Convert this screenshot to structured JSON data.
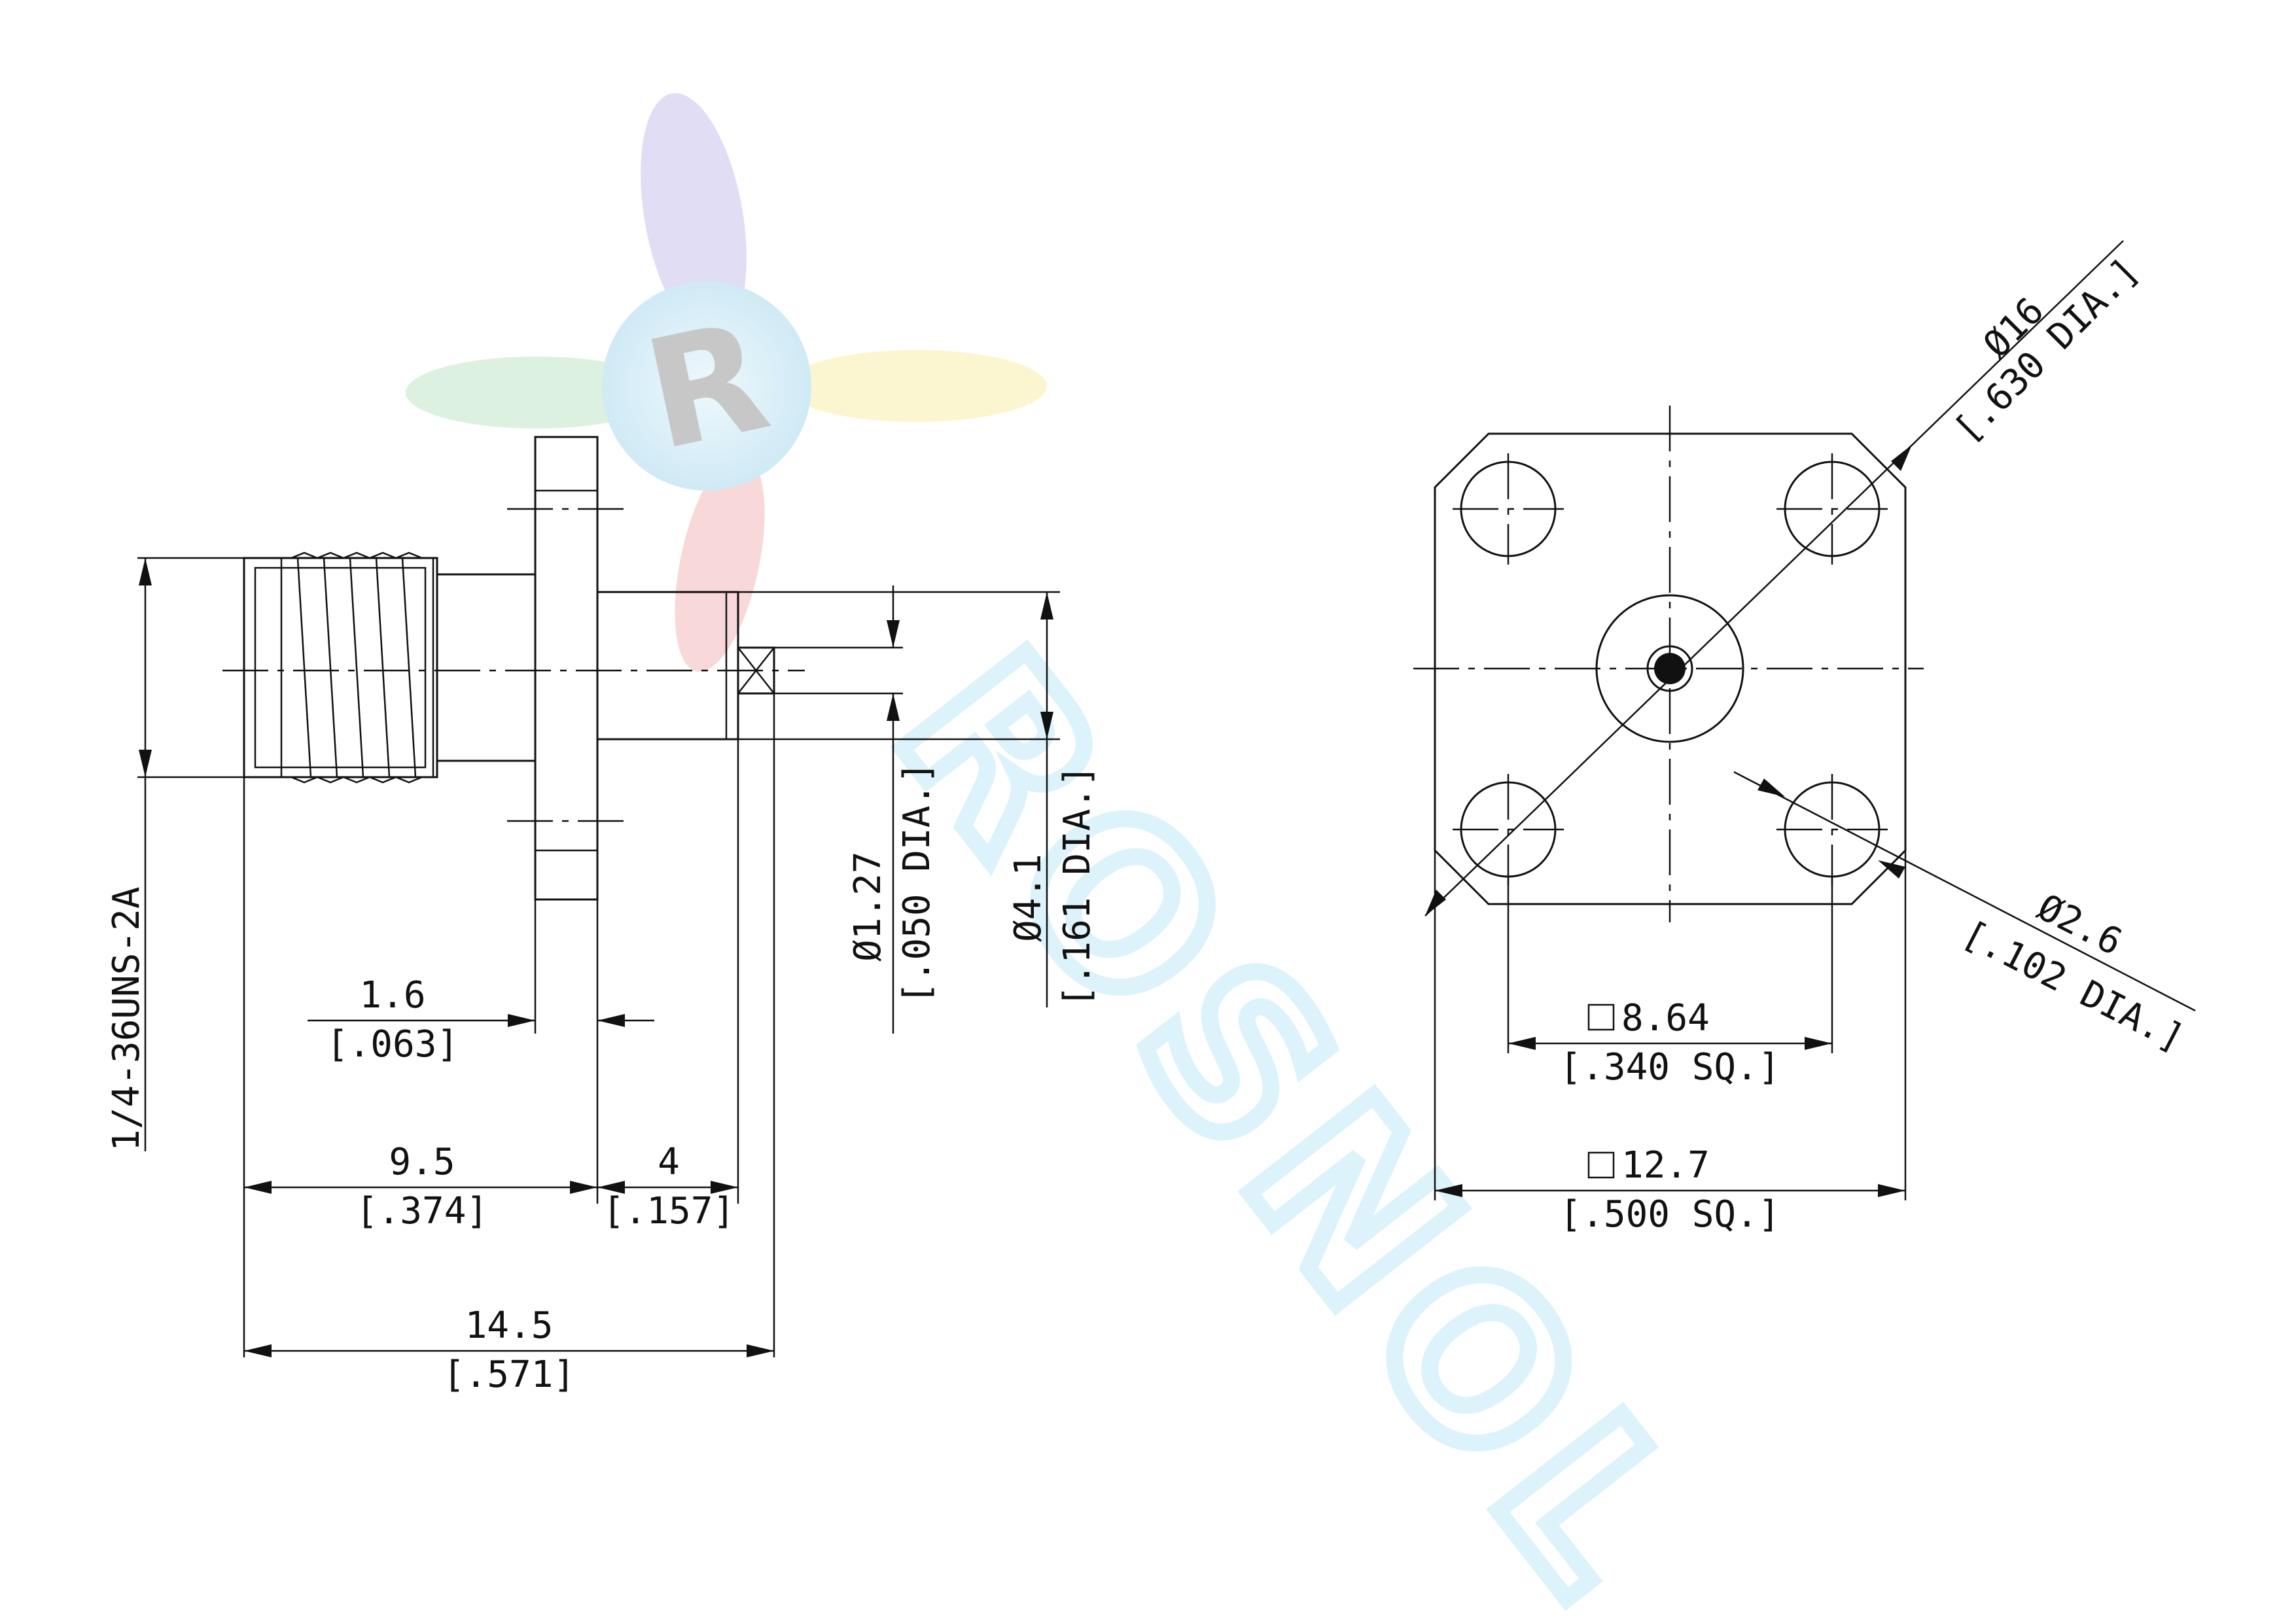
{
  "watermark": {
    "logo_letter": "R",
    "brand_text": "ROSNOL"
  },
  "side_view": {
    "thread_spec": "1/4-36UNS-2A",
    "flange_thickness": {
      "mm": "1.6",
      "inch": "[.063]"
    },
    "body_length": {
      "mm": "9.5",
      "inch": "[.374]"
    },
    "tail_length": {
      "mm": "4",
      "inch": "[.157]"
    },
    "overall_length": {
      "mm": "14.5",
      "inch": "[.571]"
    },
    "pin_diameter": {
      "mm": "Ø1.27",
      "inch": "[.050 DIA.]"
    },
    "tail_diameter": {
      "mm": "Ø4.1",
      "inch": "[.161 DIA.]"
    }
  },
  "front_view": {
    "bolt_circle": {
      "mm": "Ø16",
      "inch": "[.630 DIA.]"
    },
    "hole_diameter": {
      "mm": "Ø2.6",
      "inch": "[.102 DIA.]"
    },
    "hole_spacing": {
      "mm": "8.64",
      "inch": "[.340 SQ.]"
    },
    "flange_size": {
      "mm": "12.7",
      "inch": "[.500 SQ.]"
    }
  }
}
